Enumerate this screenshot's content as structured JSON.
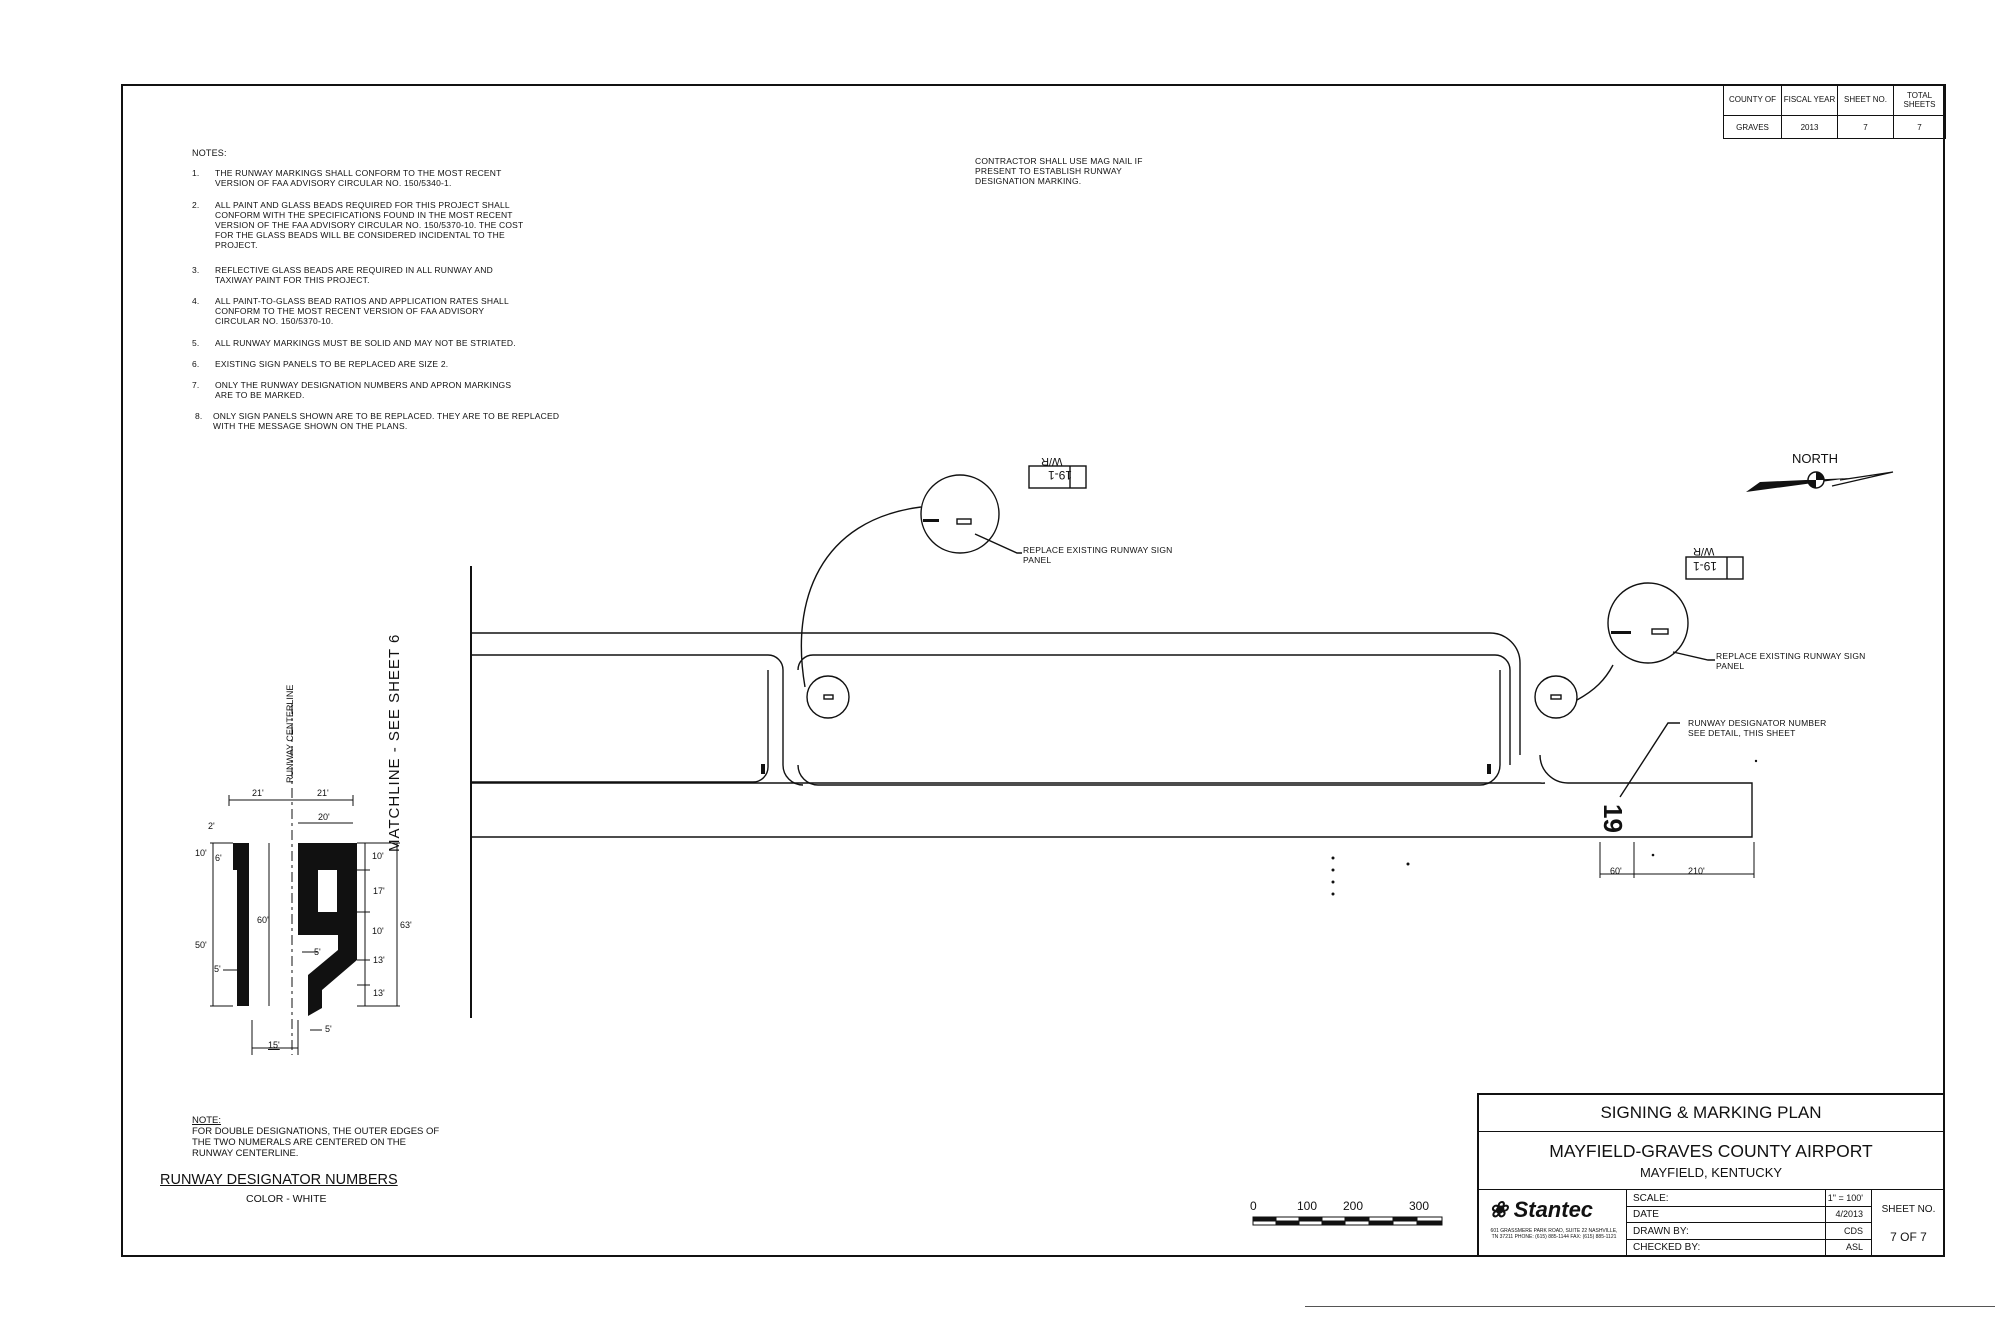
{
  "header_table": {
    "columns": [
      "COUNTY OF",
      "FISCAL YEAR",
      "SHEET NO.",
      "TOTAL SHEETS"
    ],
    "values": [
      "GRAVES",
      "2013",
      "7",
      "7"
    ]
  },
  "notes": {
    "title": "NOTES:",
    "items": [
      {
        "num": "1.",
        "text": "THE RUNWAY MARKINGS SHALL CONFORM TO THE MOST RECENT VERSION OF FAA ADVISORY CIRCULAR NO. 150/5340-1."
      },
      {
        "num": "2.",
        "text": "ALL PAINT AND GLASS BEADS REQUIRED FOR THIS PROJECT SHALL CONFORM WITH THE SPECIFICATIONS FOUND IN THE MOST RECENT VERSION OF THE FAA ADVISORY CIRCULAR NO. 150/5370-10. THE COST FOR THE GLASS BEADS WILL BE CONSIDERED INCIDENTAL TO THE PROJECT."
      },
      {
        "num": "3.",
        "text": "REFLECTIVE GLASS BEADS ARE REQUIRED IN ALL RUNWAY AND TAXIWAY PAINT FOR THIS PROJECT."
      },
      {
        "num": "4.",
        "text": "ALL PAINT-TO-GLASS BEAD RATIOS AND APPLICATION RATES SHALL CONFORM TO THE MOST RECENT VERSION OF FAA ADVISORY CIRCULAR NO. 150/5370-10."
      },
      {
        "num": "5.",
        "text": "ALL RUNWAY MARKINGS MUST BE SOLID AND MAY NOT BE STRIATED."
      },
      {
        "num": "6.",
        "text": "EXISTING SIGN PANELS TO BE REPLACED ARE SIZE 2."
      },
      {
        "num": "7.",
        "text": "ONLY THE RUNWAY DESIGNATION NUMBERS AND APRON MARKINGS ARE TO BE MARKED."
      },
      {
        "num": "8.",
        "text": "ONLY SIGN PANELS SHOWN ARE TO BE REPLACED. THEY ARE TO BE REPLACED WITH THE MESSAGE SHOWN ON THE PLANS."
      }
    ]
  },
  "contractor_note": "CONTRACTOR SHALL USE MAG NAIL IF PRESENT TO ESTABLISH RUNWAY DESIGNATION MARKING.",
  "plan": {
    "matchline": "MATCHLINE - SEE SHEET 6",
    "callout_replace_1": "REPLACE EXISTING RUNWAY SIGN PANEL",
    "callout_replace_2": "REPLACE EXISTING RUNWAY SIGN PANEL",
    "callout_designator": "RUNWAY DESIGNATOR NUMBER SEE DETAIL, THIS SHEET",
    "sign_text": "19-1",
    "sign_label": "W/R",
    "north": "NORTH",
    "runway_number": "19",
    "dim_60": "60'",
    "dim_210": "210'"
  },
  "detail": {
    "centerline_label": "RUNWAY CENTERLINE",
    "dims": {
      "d21a": "21'",
      "d21b": "21'",
      "d2": "2'",
      "d20": "20'",
      "d10a": "10'",
      "d6": "6'",
      "d60": "60'",
      "d50": "50'",
      "d5a": "5'",
      "d10b": "10'",
      "d17": "17'",
      "d10c": "10'",
      "d13a": "13'",
      "d13b": "13'",
      "d63": "63'",
      "d5b": "5'",
      "d5c": "5'",
      "d15": "15'"
    },
    "note_title": "NOTE:",
    "note_text": "FOR DOUBLE DESIGNATIONS, THE OUTER EDGES OF THE TWO NUMERALS ARE CENTERED ON THE RUNWAY CENTERLINE.",
    "title": "RUNWAY DESIGNATOR NUMBERS",
    "subtitle": "COLOR - WHITE"
  },
  "scale_bar": {
    "labels": [
      "0",
      "100",
      "200",
      "300"
    ]
  },
  "title_block": {
    "sheet_title": "SIGNING & MARKING PLAN",
    "project": "MAYFIELD-GRAVES COUNTY AIRPORT",
    "location": "MAYFIELD, KENTUCKY",
    "firm": "Stantec",
    "firm_address": "601 GRASSMERE PARK ROAD, SUITE 22 NASHVILLE, TN 37211 PHONE: (615) 885-1144  FAX: (615) 885-1121",
    "rows": [
      {
        "label": "SCALE:",
        "value": "1\" = 100'"
      },
      {
        "label": "DATE",
        "value": "4/2013"
      },
      {
        "label": "DRAWN BY:",
        "value": "CDS"
      },
      {
        "label": "CHECKED BY:",
        "value": "ASL"
      }
    ],
    "sheet_no_label": "SHEET NO.",
    "sheet_no_value": "7 OF 7"
  }
}
